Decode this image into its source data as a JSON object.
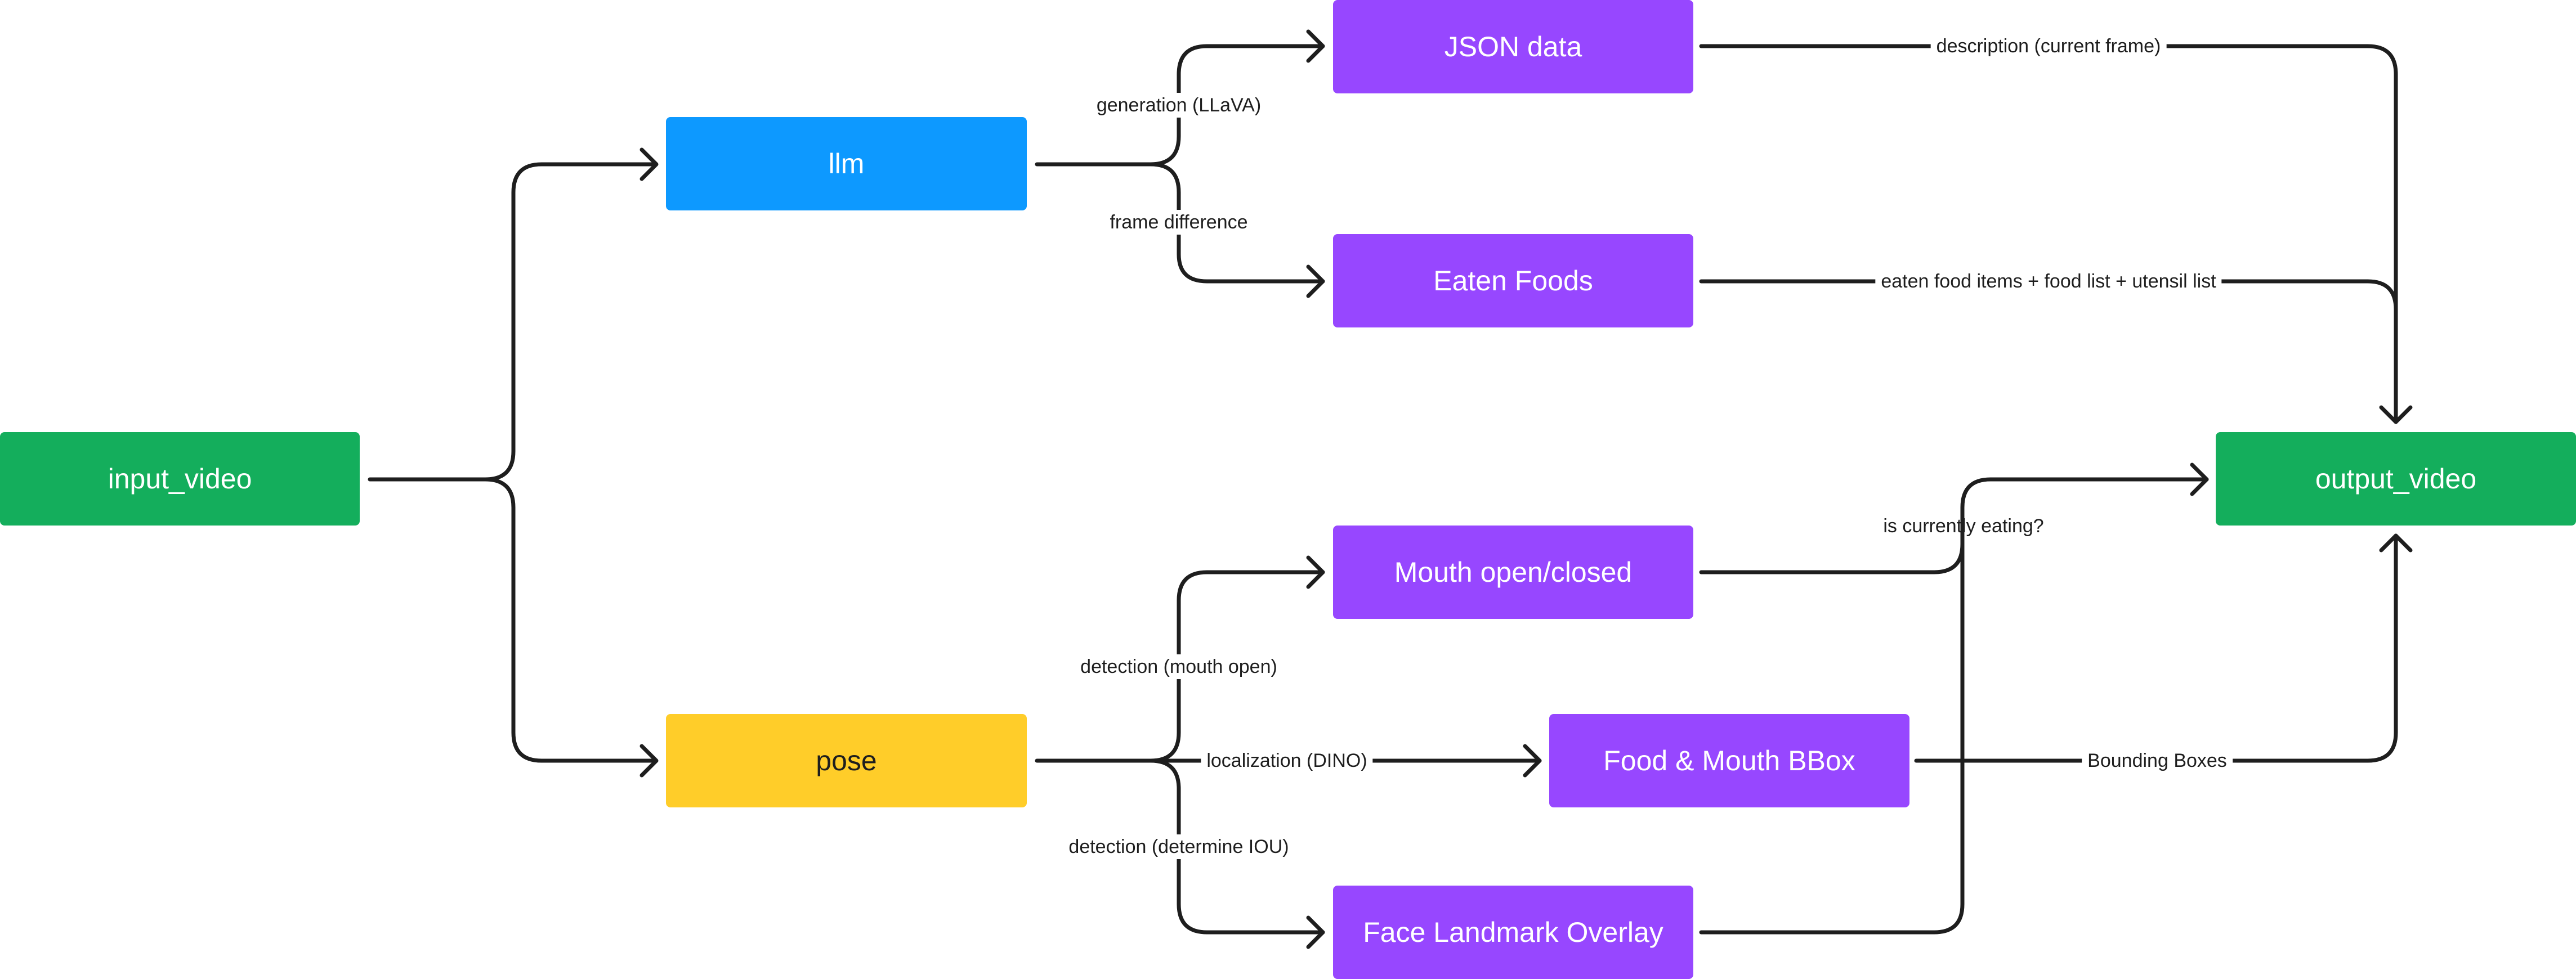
{
  "diagram": {
    "nodes": {
      "input_video": "input_video",
      "llm": "llm",
      "pose": "pose",
      "json_data": "JSON data",
      "eaten_foods": "Eaten Foods",
      "mouth_open_closed": "Mouth open/closed",
      "food_mouth_bbox": "Food & Mouth BBox",
      "face_landmark_overlay": "Face Landmark Overlay",
      "output_video": "output_video"
    },
    "edge_labels": {
      "generation": "generation (LLaVA)",
      "frame_difference": "frame difference",
      "detection_mouth_open": "detection (mouth open)",
      "localization": "localization (DINO)",
      "detection_iou": "detection (determine IOU)",
      "description": "description (current frame)",
      "eaten_food_items": "eaten food items + food list + utensil list",
      "is_currently_eating": "is currently eating?",
      "bounding_boxes": "Bounding Boxes"
    },
    "colors": {
      "terminal": "#14ae5c",
      "llm": "#0d99ff",
      "pose": "#ffcd29",
      "output_stage": "#9747ff",
      "connector": "#1e1e1e"
    }
  }
}
